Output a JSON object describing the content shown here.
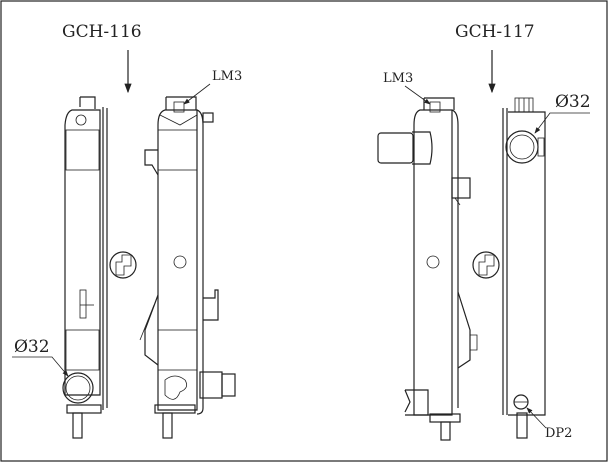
{
  "models": [
    {
      "code": "GCH-116",
      "labels": {
        "vent": "LM3",
        "outlet": "Ø32"
      }
    },
    {
      "code": "GCH-117",
      "labels": {
        "vent": "LM3",
        "outlet": "Ø32",
        "drain": "DP2"
      }
    }
  ],
  "colors": {
    "line": "#222222",
    "background": "#ffffff"
  }
}
